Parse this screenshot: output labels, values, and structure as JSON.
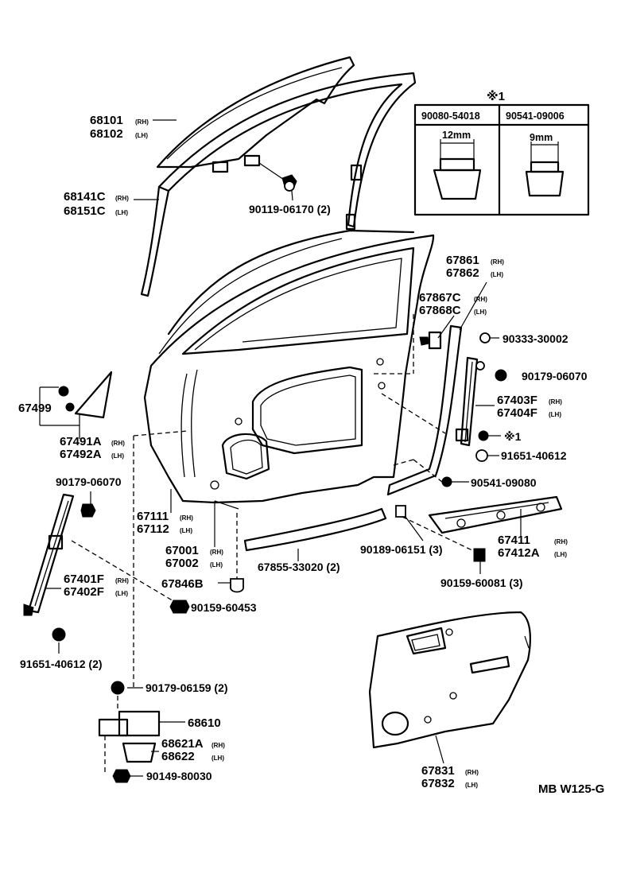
{
  "labels": {
    "p68101": "68101",
    "p68101_sfx": "(RH)",
    "p68102": "68102",
    "p68102_sfx": "(LH)",
    "p68141C": "68141C",
    "p68141C_sfx": "(RH)",
    "p68151C": "68151C",
    "p68151C_sfx": "(LH)",
    "p90119": "90119-06170 (2)",
    "p67861": "67861",
    "p67861_sfx": "(RH)",
    "p67862": "67862",
    "p67862_sfx": "(LH)",
    "p67867C": "67867C",
    "p67867C_sfx": "(RH)",
    "p67868C": "67868C",
    "p67868C_sfx": "(LH)",
    "p90333": "90333-30002",
    "p90179a": "90179-06070",
    "p67403F": "67403F",
    "p67403F_sfx": "(RH)",
    "p67404F": "67404F",
    "p67404F_sfx": "(LH)",
    "p_star1_ref": "※1",
    "p91651a": "91651-40612",
    "p90541": "90541-09080",
    "p67499": "67499",
    "p67491A": "67491A",
    "p67491A_sfx": "(RH)",
    "p67492A": "67492A",
    "p67492A_sfx": "(LH)",
    "p90179b": "90179-06070",
    "p67111": "67111",
    "p67111_sfx": "(RH)",
    "p67112": "67112",
    "p67112_sfx": "(LH)",
    "p67001": "67001",
    "p67001_sfx": "(RH)",
    "p67002": "67002",
    "p67002_sfx": "(LH)",
    "p67846B": "67846B",
    "p90159a": "90159-60453",
    "p67401F": "67401F",
    "p67401F_sfx": "(RH)",
    "p67402F": "67402F",
    "p67402F_sfx": "(LH)",
    "p91651b": "91651-40612 (2)",
    "p67855": "67855-33020 (2)",
    "p90189": "90189-06151 (3)",
    "p67411": "67411",
    "p67411_sfx": "(RH)",
    "p67412A": "67412A",
    "p67412A_sfx": "(LH)",
    "p90159b": "90159-60081 (3)",
    "p90179c": "90179-06159 (2)",
    "p68610": "68610",
    "p68621A": "68621A",
    "p68621A_sfx": "(RH)",
    "p68622": "68622",
    "p68622_sfx": "(LH)",
    "p90149": "90149-80030",
    "p67831": "67831",
    "p67831_sfx": "(RH)",
    "p67832": "67832",
    "p67832_sfx": "(LH)",
    "footer_code": "MB W125-G"
  },
  "inset_table": {
    "title": "※1",
    "col1_part": "90080-54018",
    "col2_part": "90541-09006",
    "col1_size": "12mm",
    "col2_size": "9mm"
  }
}
